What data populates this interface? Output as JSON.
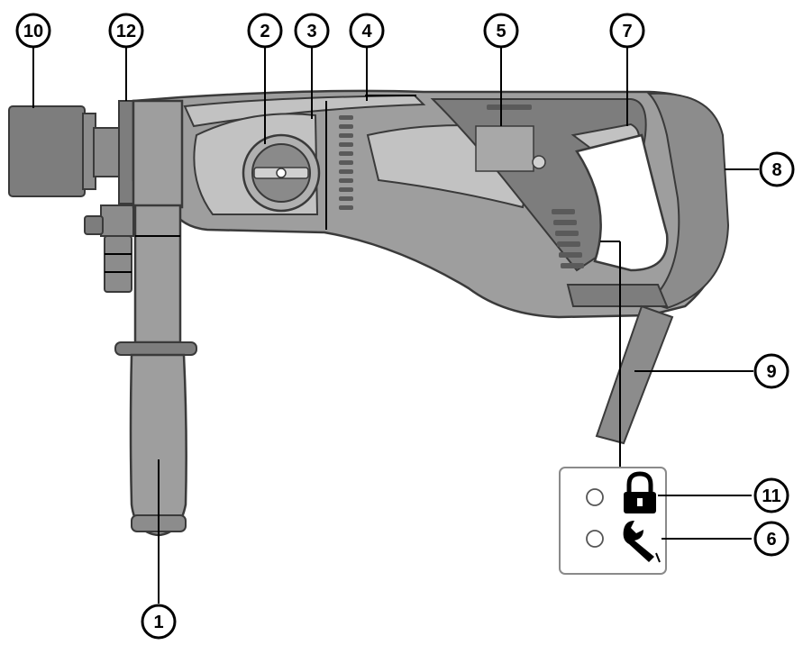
{
  "callouts": [
    {
      "id": "1",
      "label": "1"
    },
    {
      "id": "2",
      "label": "2"
    },
    {
      "id": "3",
      "label": "3"
    },
    {
      "id": "4",
      "label": "4"
    },
    {
      "id": "5",
      "label": "5"
    },
    {
      "id": "6",
      "label": "6"
    },
    {
      "id": "7",
      "label": "7"
    },
    {
      "id": "8",
      "label": "8"
    },
    {
      "id": "9",
      "label": "9"
    },
    {
      "id": "10",
      "label": "10"
    },
    {
      "id": "11",
      "label": "11"
    },
    {
      "id": "12",
      "label": "12"
    }
  ],
  "indicator_panel": {
    "lock_icon": "lock-icon",
    "wrench_icon": "wrench-icon"
  },
  "colors": {
    "housing": "#9e9e9e",
    "housing_dark": "#7d7d7d",
    "housing_light": "#c2c2c2",
    "outline": "#3a3a3a"
  }
}
